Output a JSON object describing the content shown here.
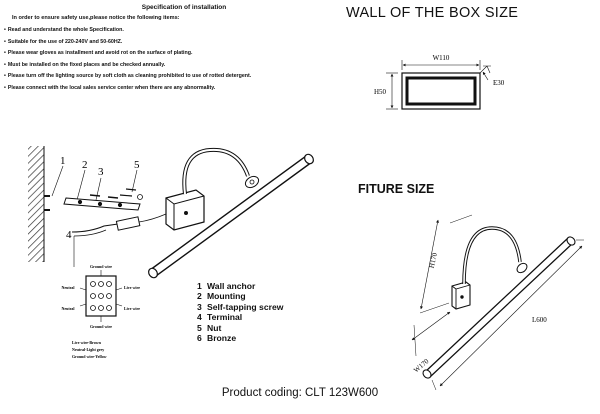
{
  "specification": {
    "title": "Specification of installation",
    "intro": "In order to ensure safety use,please notice the following items:",
    "items": [
      "Read and understand the whole Specification.",
      "Suitable for the use of 220-240V and 50-60HZ.",
      "Please wear gloves as installment and avoid rot on the surface of plating.",
      "Must be installed on the fixed places and be checked annually.",
      "Please turn off the lighting source by soft cloth as cleaning prohibited to use of rotted detergent.",
      "Please connect with the local sales service center when there are any abnormality."
    ]
  },
  "box_size": {
    "heading": "WALL OF THE BOX SIZE",
    "width_label": "W110",
    "height_label": "H50",
    "depth_label": "E30"
  },
  "fixture_size": {
    "heading": "FITURE SIZE",
    "height_label": "H170",
    "width_label": "W170",
    "length_label": "L600"
  },
  "callouts": [
    "1",
    "2",
    "3",
    "5",
    "4"
  ],
  "terminal_labels": {
    "ground_top": "Ground wire",
    "neutral_left": "Neutral",
    "live_right": "Live wire",
    "neutral_left_2": "Neutral",
    "live_right_2": "Live wire",
    "ground_bottom": "Ground wire"
  },
  "wire_notes": [
    "Live wire-Brown",
    "Neutral-Light grey",
    "Ground wire-Yellow"
  ],
  "legend": [
    {
      "num": "1",
      "label": "Wall anchor"
    },
    {
      "num": "2",
      "label": "Mounting"
    },
    {
      "num": "3",
      "label": "Self-tapping screw"
    },
    {
      "num": "4",
      "label": "Terminal"
    },
    {
      "num": "5",
      "label": "Nut"
    },
    {
      "num": "6",
      "label": "Bronze"
    }
  ],
  "product_code": "Product coding: CLT 123W600"
}
